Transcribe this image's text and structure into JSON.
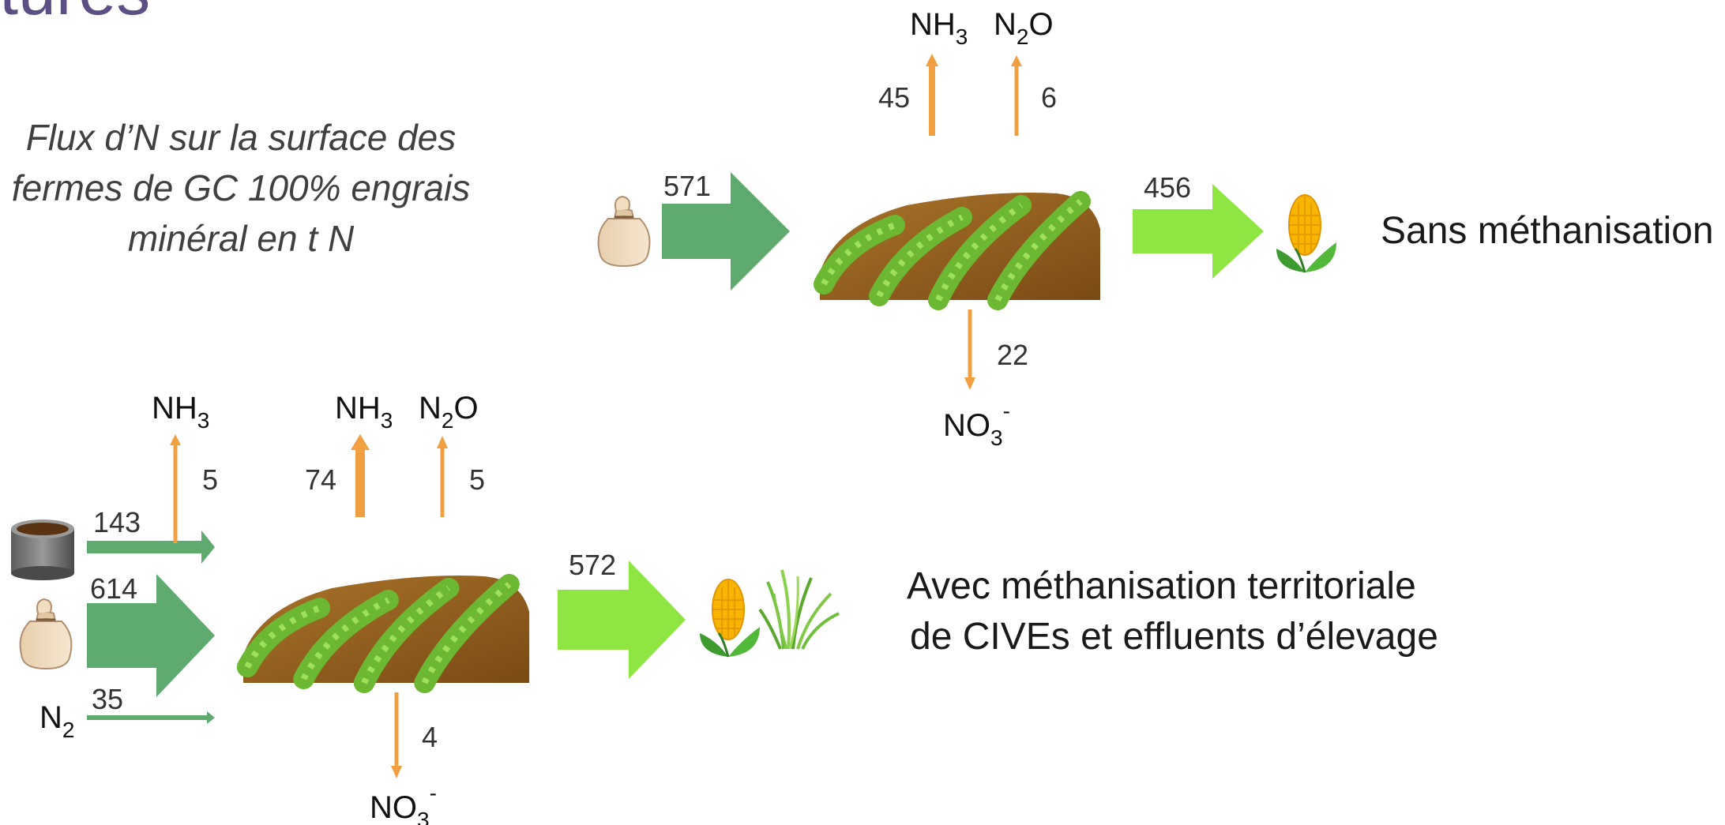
{
  "title_fragment": "ltures",
  "caption": {
    "line1": "Flux d’N sur la surface des",
    "line2": "fermes de GC 100% engrais",
    "line3": "minéral en t N"
  },
  "scenario_top": {
    "name": "Sans méthanisation",
    "input_mineral": "571",
    "nh3": "45",
    "n2o": "6",
    "no3": "22",
    "output_crops": "456"
  },
  "scenario_bottom": {
    "name_line1": "Avec méthanisation territoriale",
    "name_line2": "de CIVEs et effluents d’élevage",
    "input_digestate": "143",
    "input_mineral": "614",
    "input_fixation": "35",
    "nh3_digestate": "5",
    "nh3": "74",
    "n2o": "5",
    "no3": "4",
    "output_crops": "572"
  },
  "chem": {
    "nh3_base": "NH",
    "nh3_sub": "3",
    "n2o_base": "N",
    "n2o_sub": "2",
    "n2o_tail": "O",
    "no3_base": "NO",
    "no3_sub": "3",
    "no3_sup": "-",
    "n2_base": "N",
    "n2_sub": "2"
  },
  "icons": [
    "fertilizer-bag-icon",
    "slurry-tank-icon",
    "field-icon",
    "corn-icon",
    "grass-icon"
  ],
  "colors": {
    "input_arrow": "#5faa6f",
    "output_arrow": "#8fe542",
    "loss_arrow": "#f0a040",
    "title": "#5b4f86"
  }
}
